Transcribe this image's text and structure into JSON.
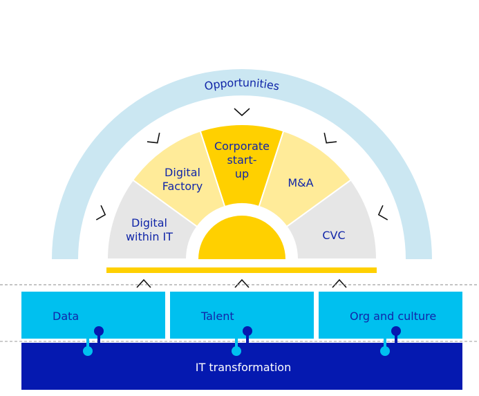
{
  "arc_label": "Opportunities",
  "segments": [
    {
      "lines": [
        "Digital",
        "within IT"
      ],
      "color": "#e6e6e6"
    },
    {
      "lines": [
        "Digital",
        "Factory"
      ],
      "color": "#ffeb99"
    },
    {
      "lines": [
        "Corporate",
        "start-",
        "up"
      ],
      "color": "#ffd000"
    },
    {
      "lines": [
        "M&A"
      ],
      "color": "#ffeb99"
    },
    {
      "lines": [
        "CVC"
      ],
      "color": "#e6e6e6"
    }
  ],
  "enablers": [
    {
      "label": "Data"
    },
    {
      "label": "Talent"
    },
    {
      "label": "Org and culture"
    }
  ],
  "foundation": {
    "label": "IT transformation"
  },
  "colors": {
    "arc": "#cbe7f2",
    "yellow": "#ffd000",
    "cyan": "#00c0ef",
    "navy": "#0519b0",
    "text": "#1126a8"
  }
}
